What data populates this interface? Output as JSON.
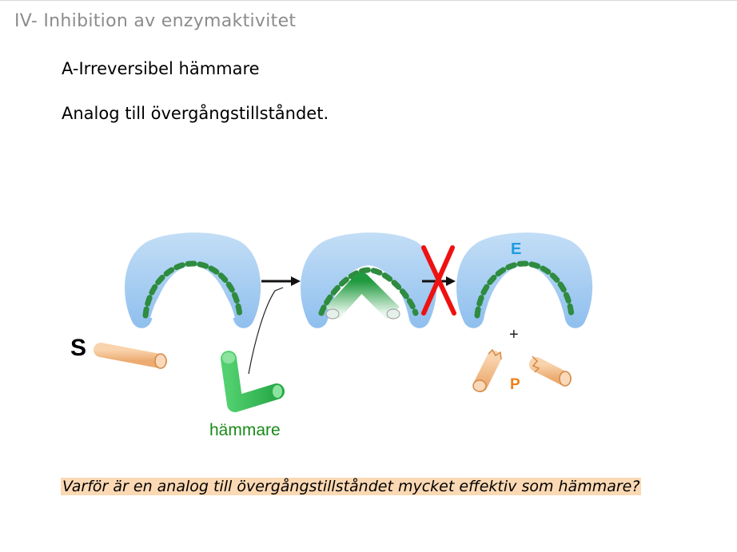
{
  "header": {
    "title": "IV- Inhibition av enzymaktivitet"
  },
  "content": {
    "line1": "A-Irreversibel hämmare",
    "line2": "Analog till övergångstillståndet."
  },
  "diagram": {
    "substrate_label": "S",
    "inhibitor_label": "hämmare",
    "enzyme_label": "E",
    "product_label": "P",
    "plus_sign": "+",
    "colors": {
      "enzyme": "#a9cff2",
      "active_site_dash": "#2e8b3f",
      "inhibitor": "#3cc35a",
      "substrate": "#f7c496",
      "blocked_x": "#ee1111"
    }
  },
  "footer": {
    "question": "Varför är en analog till övergångstillståndet mycket effektiv som hämmare?",
    "highlight": "#fbd9b4"
  }
}
